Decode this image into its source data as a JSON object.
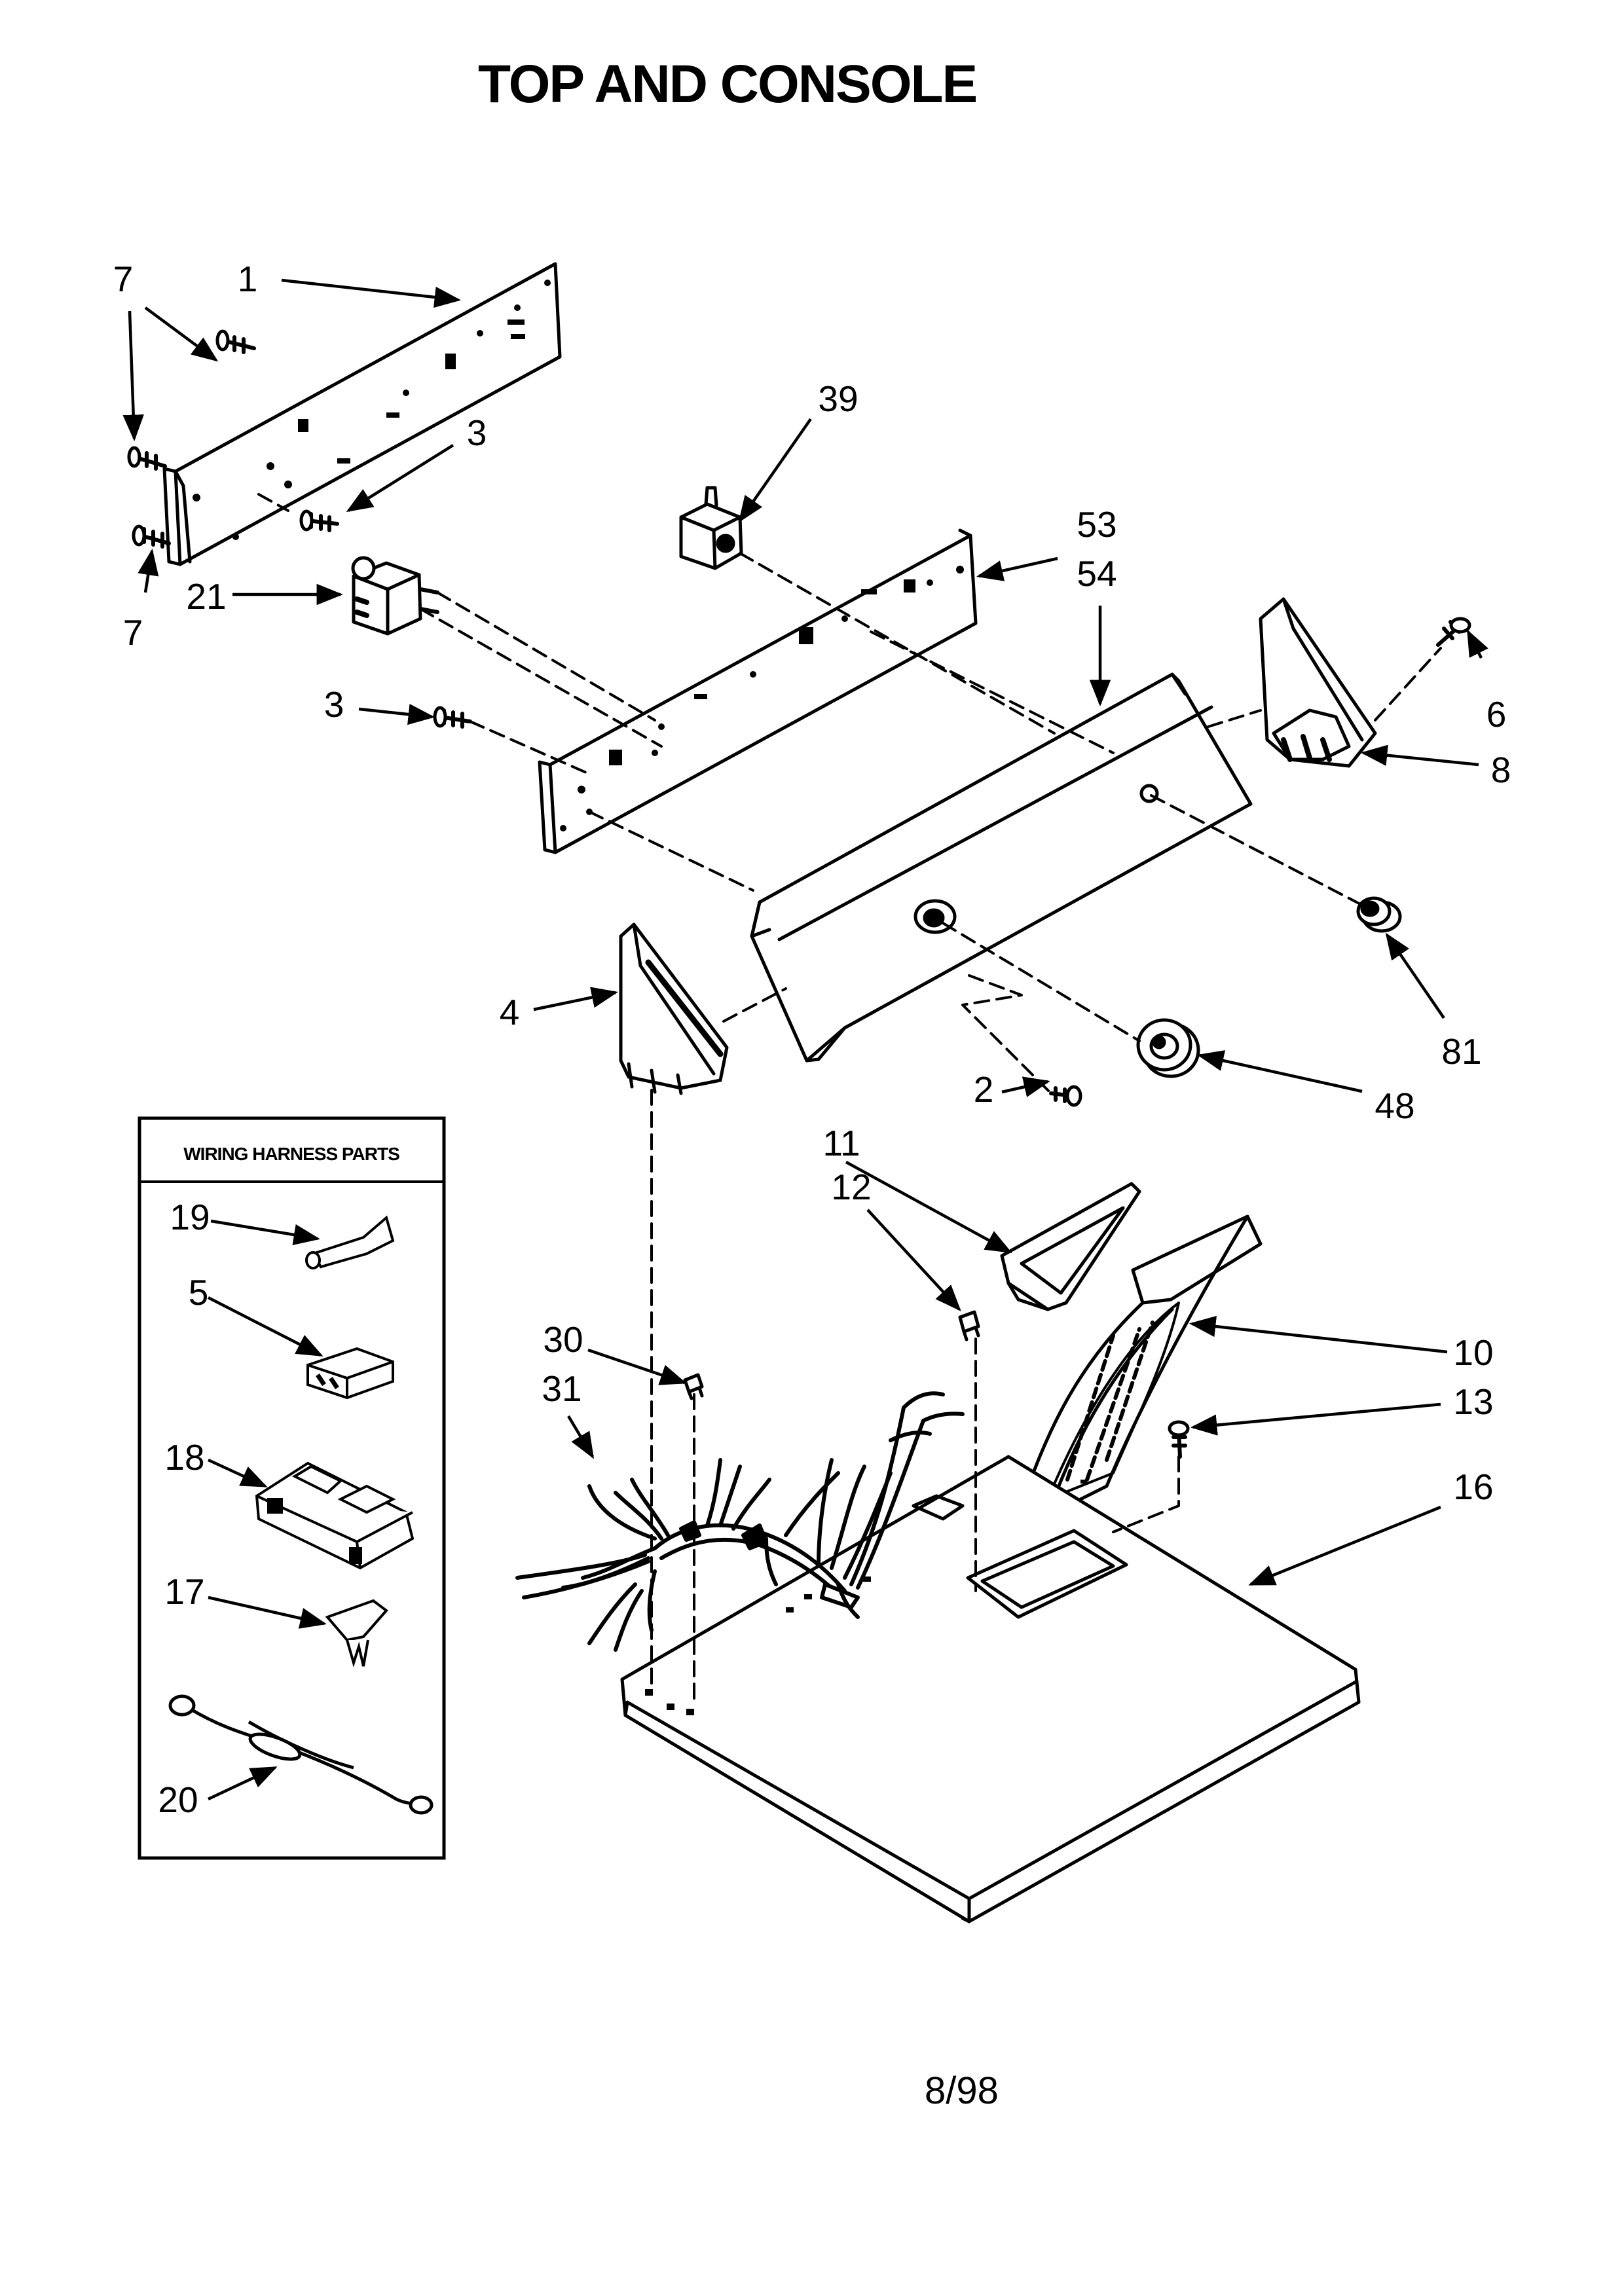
{
  "title": "TOP AND CONSOLE",
  "page_number": "8/98",
  "inset_box": {
    "title": "WIRING HARNESS PARTS"
  },
  "callouts": {
    "c1": "1",
    "c7a": "7",
    "c7b": "7",
    "c3a": "3",
    "c21": "21",
    "c3b": "3",
    "c39": "39",
    "c53": "53",
    "c54": "54",
    "c6": "6",
    "c8": "8",
    "c4": "4",
    "c2": "2",
    "c48": "48",
    "c81": "81",
    "c19": "19",
    "c5": "5",
    "c18": "18",
    "c17": "17",
    "c20": "20",
    "c11": "11",
    "c12": "12",
    "c30": "30",
    "c31": "31",
    "c10": "10",
    "c13": "13",
    "c16": "16"
  }
}
